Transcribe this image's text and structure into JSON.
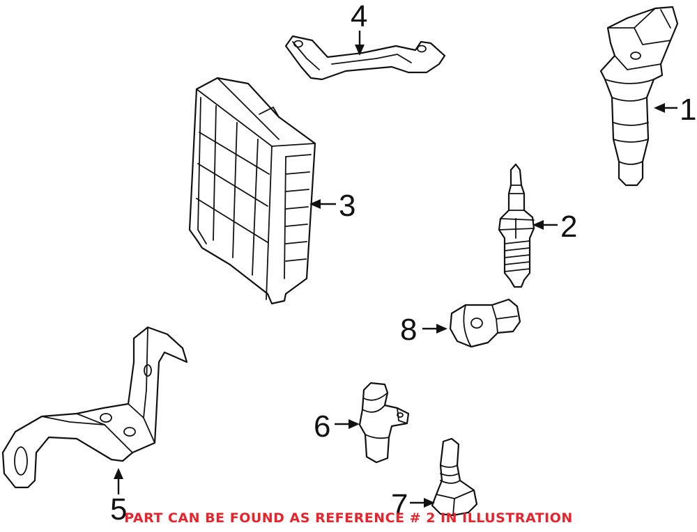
{
  "diagram": {
    "callouts": {
      "c1": "1",
      "c2": "2",
      "c3": "3",
      "c4": "4",
      "c5": "5",
      "c6": "6",
      "c7": "7",
      "c8": "8"
    },
    "notice": "PART CAN BE FOUND AS REFERENCE # 2 IN ILLUSTRATION",
    "colors": {
      "line": "#111111",
      "notice": "#e8232b",
      "background": "#ffffff"
    }
  }
}
